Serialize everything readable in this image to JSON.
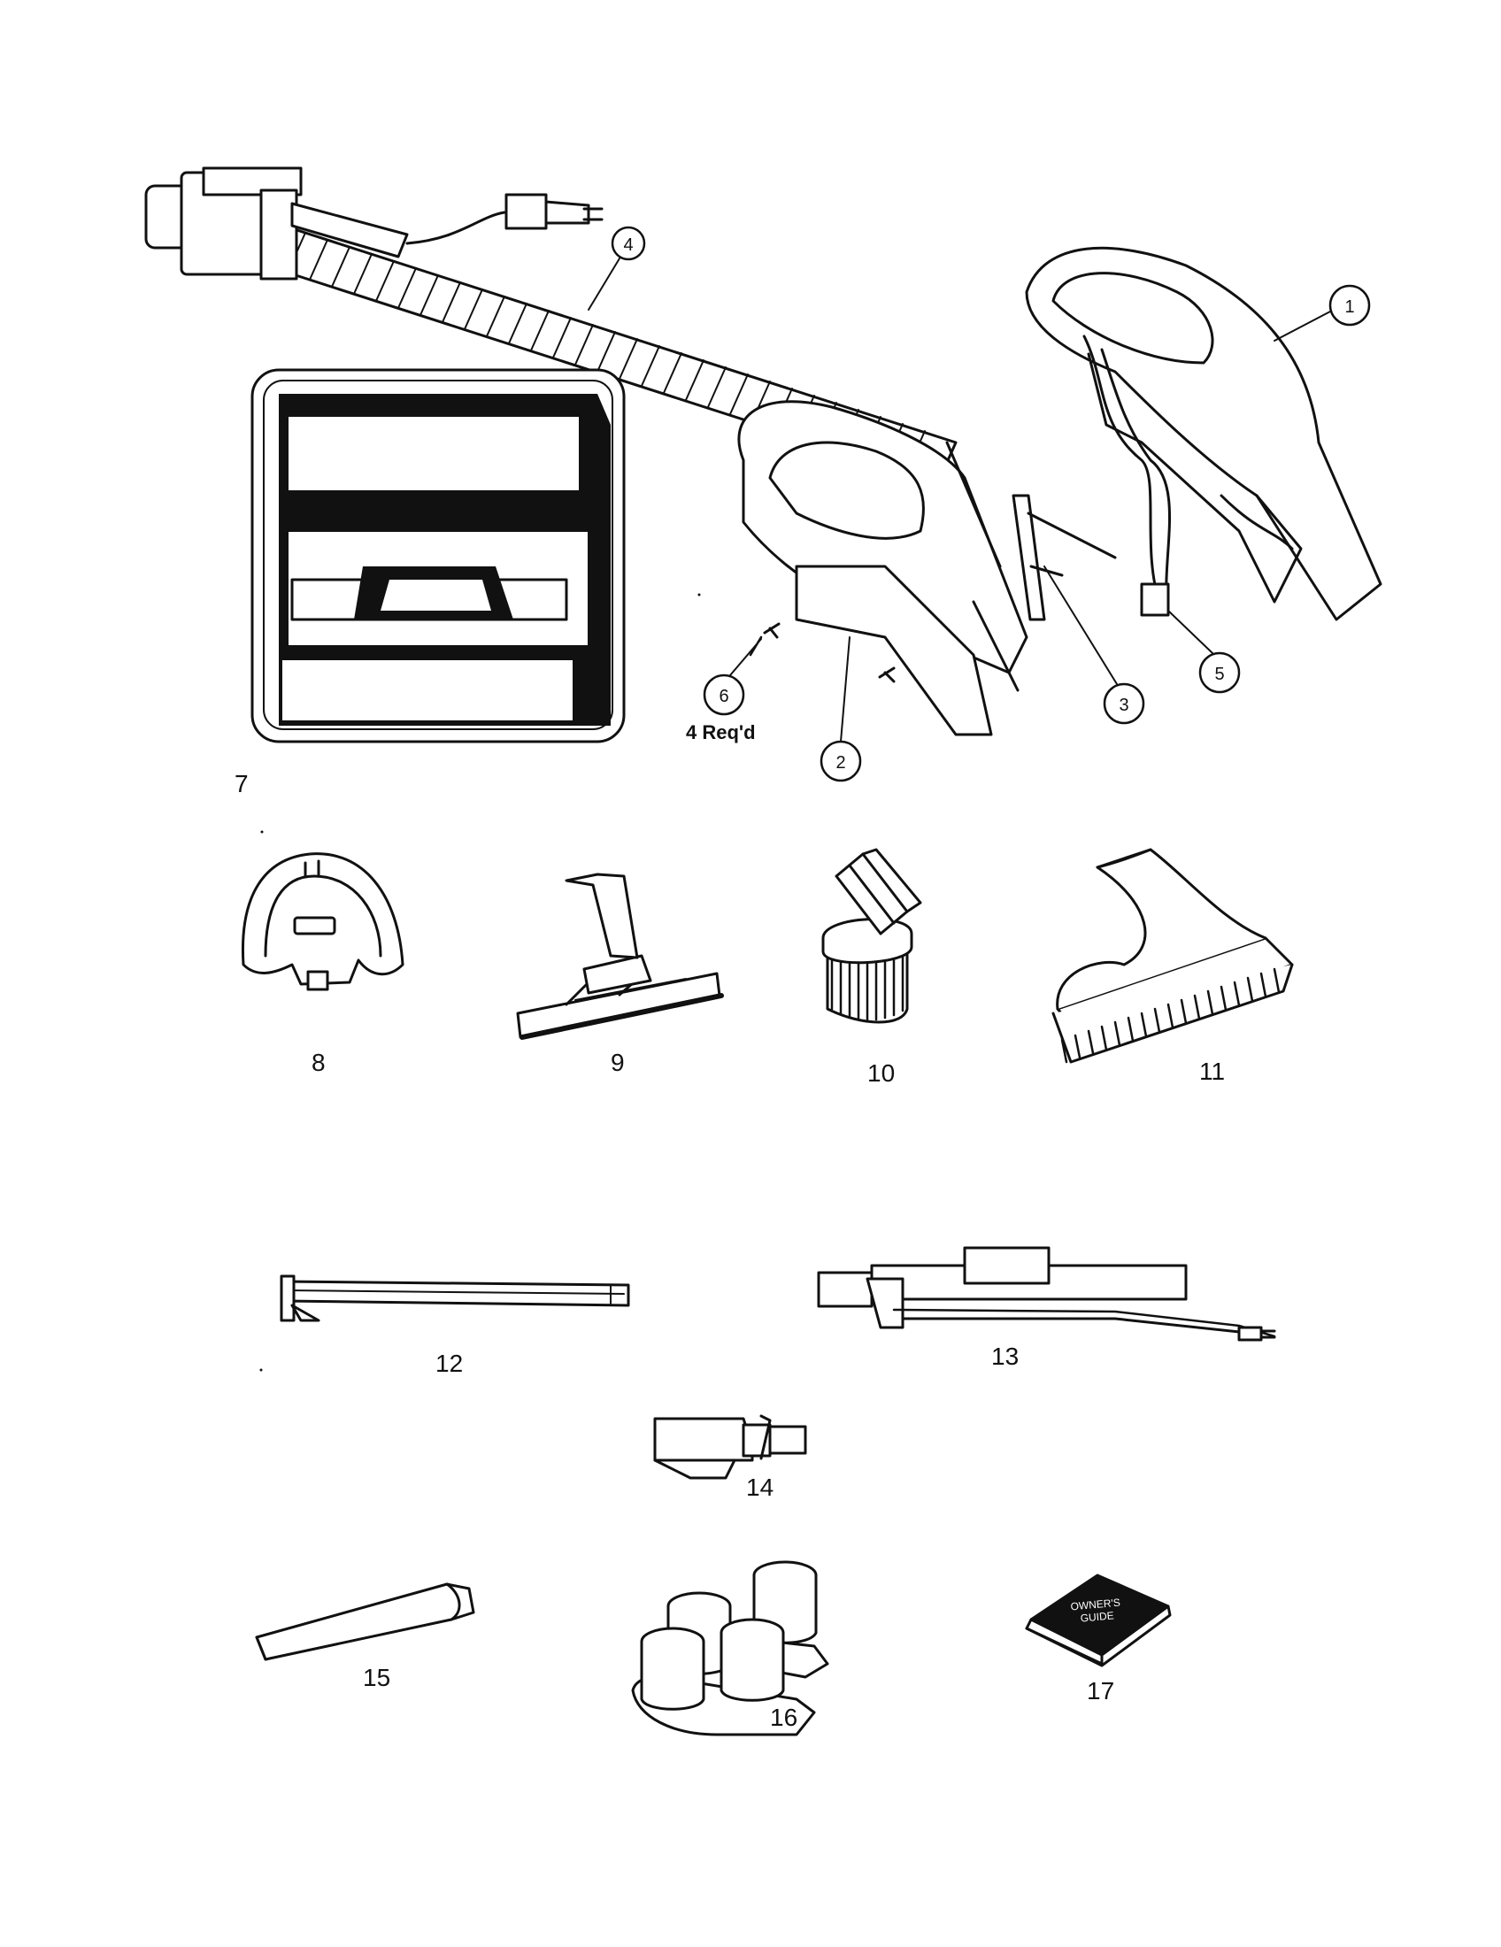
{
  "callouts": {
    "c1": "1",
    "c2": "2",
    "c3": "3",
    "c4": "4",
    "c5": "5",
    "c6": "6",
    "req": "4 Req'd"
  },
  "labels": {
    "l7": "7",
    "l8": "8",
    "l9": "9",
    "l10": "10",
    "l11": "11",
    "l12": "12",
    "l13": "13",
    "l14": "14",
    "l15": "15",
    "l16": "16",
    "l17": "17"
  },
  "guide_text": [
    "OWNER'S",
    "GUIDE"
  ]
}
